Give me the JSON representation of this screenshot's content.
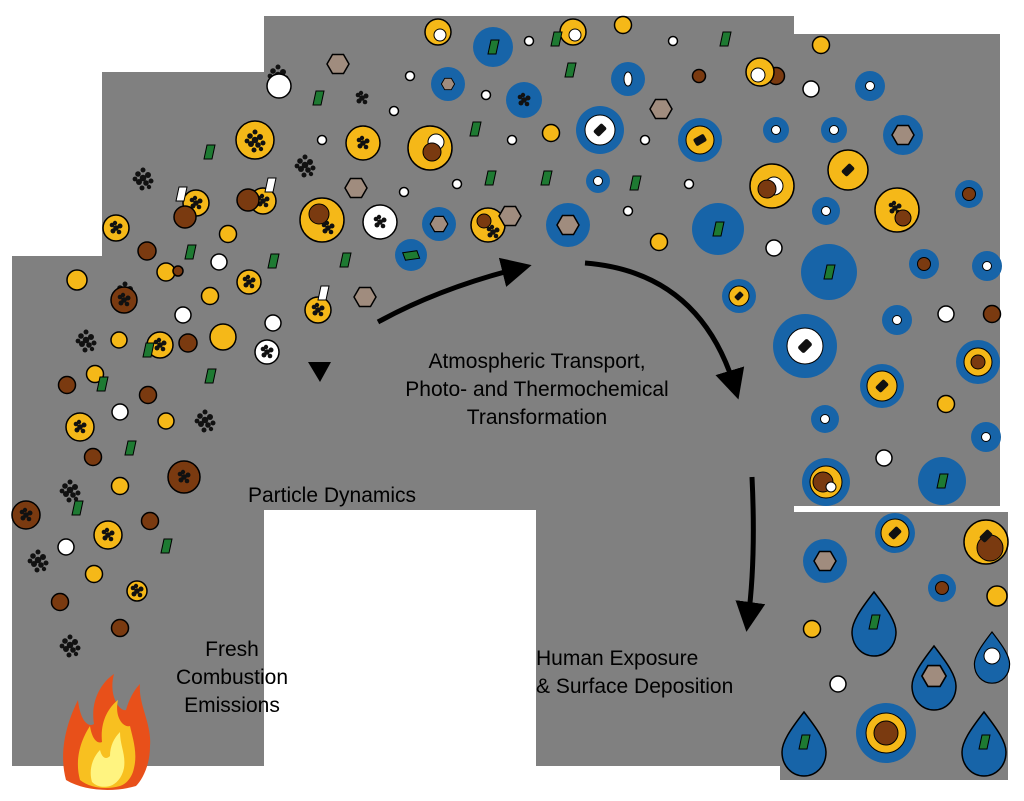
{
  "labels": {
    "transport": [
      "Atmospheric Transport,",
      "Photo- and Thermochemical",
      "Transformation"
    ],
    "dynamics": "Particle Dynamics",
    "exposure": [
      "Human Exposure",
      "& Surface Deposition"
    ],
    "emissions": [
      "Fresh",
      "Combustion",
      "Emissions"
    ]
  },
  "colors": {
    "background_region": "#808080",
    "soot": "#111111",
    "organic_yellow": "#f5b818",
    "brown": "#7a3a10",
    "water_blue": "#1764a8",
    "mineral_green": "#1e7a32",
    "hexagon_tan": "#a08c7e",
    "white": "#ffffff",
    "flame_outer": "#e8501a",
    "flame_mid": "#f8c020",
    "flame_inner": "#fff480"
  },
  "icons": [
    "flame-icon",
    "soot-cluster-icon",
    "hexagon-icon",
    "mineral-icon",
    "droplet-icon"
  ]
}
